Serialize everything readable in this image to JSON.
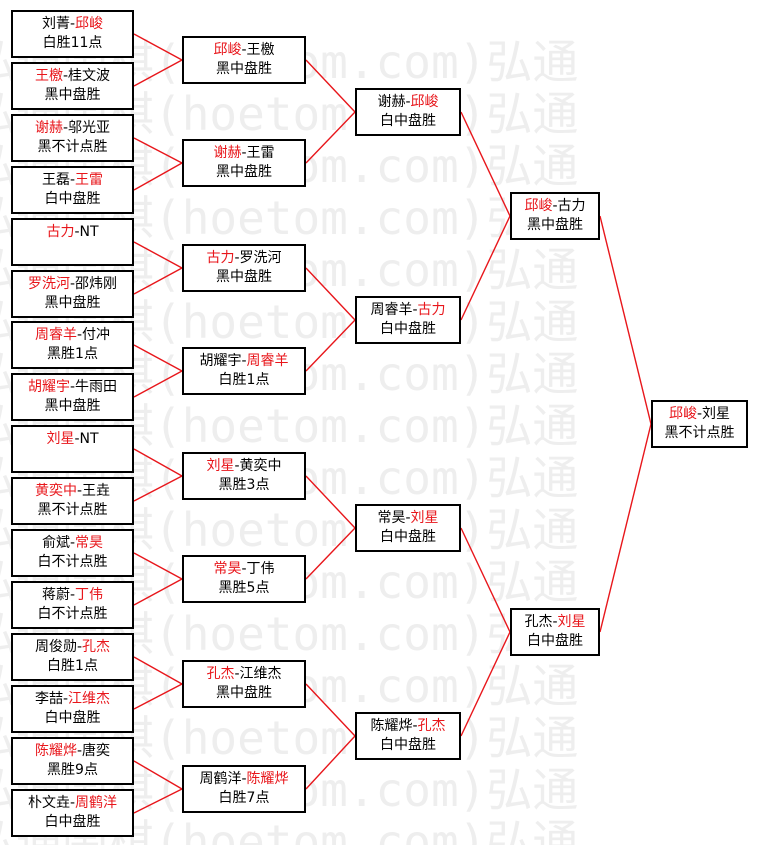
{
  "watermark": {
    "text": "弘通围棋(hoetom.com)弘通"
  },
  "colors": {
    "winner": "#e8161b",
    "connector": "#e8161b",
    "border": "#000000"
  },
  "rounds": [
    {
      "name": "round-1",
      "matches": [
        {
          "p1": "刘菁",
          "p2": "邱峻",
          "winner": 2,
          "result": "白胜11点"
        },
        {
          "p1": "王檄",
          "p2": "桂文波",
          "winner": 1,
          "result": "黑中盘胜"
        },
        {
          "p1": "谢赫",
          "p2": "邬光亚",
          "winner": 1,
          "result": "黑不计点胜"
        },
        {
          "p1": "王磊",
          "p2": "王雷",
          "winner": 2,
          "result": "白中盘胜"
        },
        {
          "p1": "古力",
          "p2": "NT",
          "winner": 1,
          "result": ""
        },
        {
          "p1": "罗洗河",
          "p2": "邵炜刚",
          "winner": 1,
          "result": "黑中盘胜"
        },
        {
          "p1": "周睿羊",
          "p2": "付冲",
          "winner": 1,
          "result": "黑胜1点"
        },
        {
          "p1": "胡耀宇",
          "p2": "牛雨田",
          "winner": 1,
          "result": "黑中盘胜"
        },
        {
          "p1": "刘星",
          "p2": "NT",
          "winner": 1,
          "result": ""
        },
        {
          "p1": "黄奕中",
          "p2": "王垚",
          "winner": 1,
          "result": "黑不计点胜"
        },
        {
          "p1": "俞斌",
          "p2": "常昊",
          "winner": 2,
          "result": "白不计点胜"
        },
        {
          "p1": "蒋蔚",
          "p2": "丁伟",
          "winner": 2,
          "result": "白不计点胜"
        },
        {
          "p1": "周俊勋",
          "p2": "孔杰",
          "winner": 2,
          "result": "白胜1点"
        },
        {
          "p1": "李喆",
          "p2": "江维杰",
          "winner": 2,
          "result": "白中盘胜"
        },
        {
          "p1": "陈耀烨",
          "p2": "唐奕",
          "winner": 1,
          "result": "黑胜9点"
        },
        {
          "p1": "朴文垚",
          "p2": "周鹤洋",
          "winner": 2,
          "result": "白中盘胜"
        }
      ]
    },
    {
      "name": "round-2",
      "matches": [
        {
          "p1": "邱峻",
          "p2": "王檄",
          "winner": 1,
          "result": "黑中盘胜"
        },
        {
          "p1": "谢赫",
          "p2": "王雷",
          "winner": 1,
          "result": "黑中盘胜"
        },
        {
          "p1": "古力",
          "p2": "罗洗河",
          "winner": 1,
          "result": "黑中盘胜"
        },
        {
          "p1": "胡耀宇",
          "p2": "周睿羊",
          "winner": 2,
          "result": "白胜1点"
        },
        {
          "p1": "刘星",
          "p2": "黄奕中",
          "winner": 1,
          "result": "黑胜3点"
        },
        {
          "p1": "常昊",
          "p2": "丁伟",
          "winner": 1,
          "result": "黑胜5点"
        },
        {
          "p1": "孔杰",
          "p2": "江维杰",
          "winner": 1,
          "result": "黑中盘胜"
        },
        {
          "p1": "周鹤洋",
          "p2": "陈耀烨",
          "winner": 2,
          "result": "白胜7点"
        }
      ]
    },
    {
      "name": "round-3",
      "matches": [
        {
          "p1": "谢赫",
          "p2": "邱峻",
          "winner": 2,
          "result": "白中盘胜"
        },
        {
          "p1": "周睿羊",
          "p2": "古力",
          "winner": 2,
          "result": "白中盘胜"
        },
        {
          "p1": "常昊",
          "p2": "刘星",
          "winner": 2,
          "result": "白中盘胜"
        },
        {
          "p1": "陈耀烨",
          "p2": "孔杰",
          "winner": 2,
          "result": "白中盘胜"
        }
      ]
    },
    {
      "name": "round-4",
      "matches": [
        {
          "p1": "邱峻",
          "p2": "古力",
          "winner": 1,
          "result": "黑中盘胜"
        },
        {
          "p1": "孔杰",
          "p2": "刘星",
          "winner": 2,
          "result": "白中盘胜"
        }
      ]
    },
    {
      "name": "final",
      "matches": [
        {
          "p1": "邱峻",
          "p2": "刘星",
          "winner": 1,
          "result": "黑不计点胜"
        }
      ]
    }
  ]
}
